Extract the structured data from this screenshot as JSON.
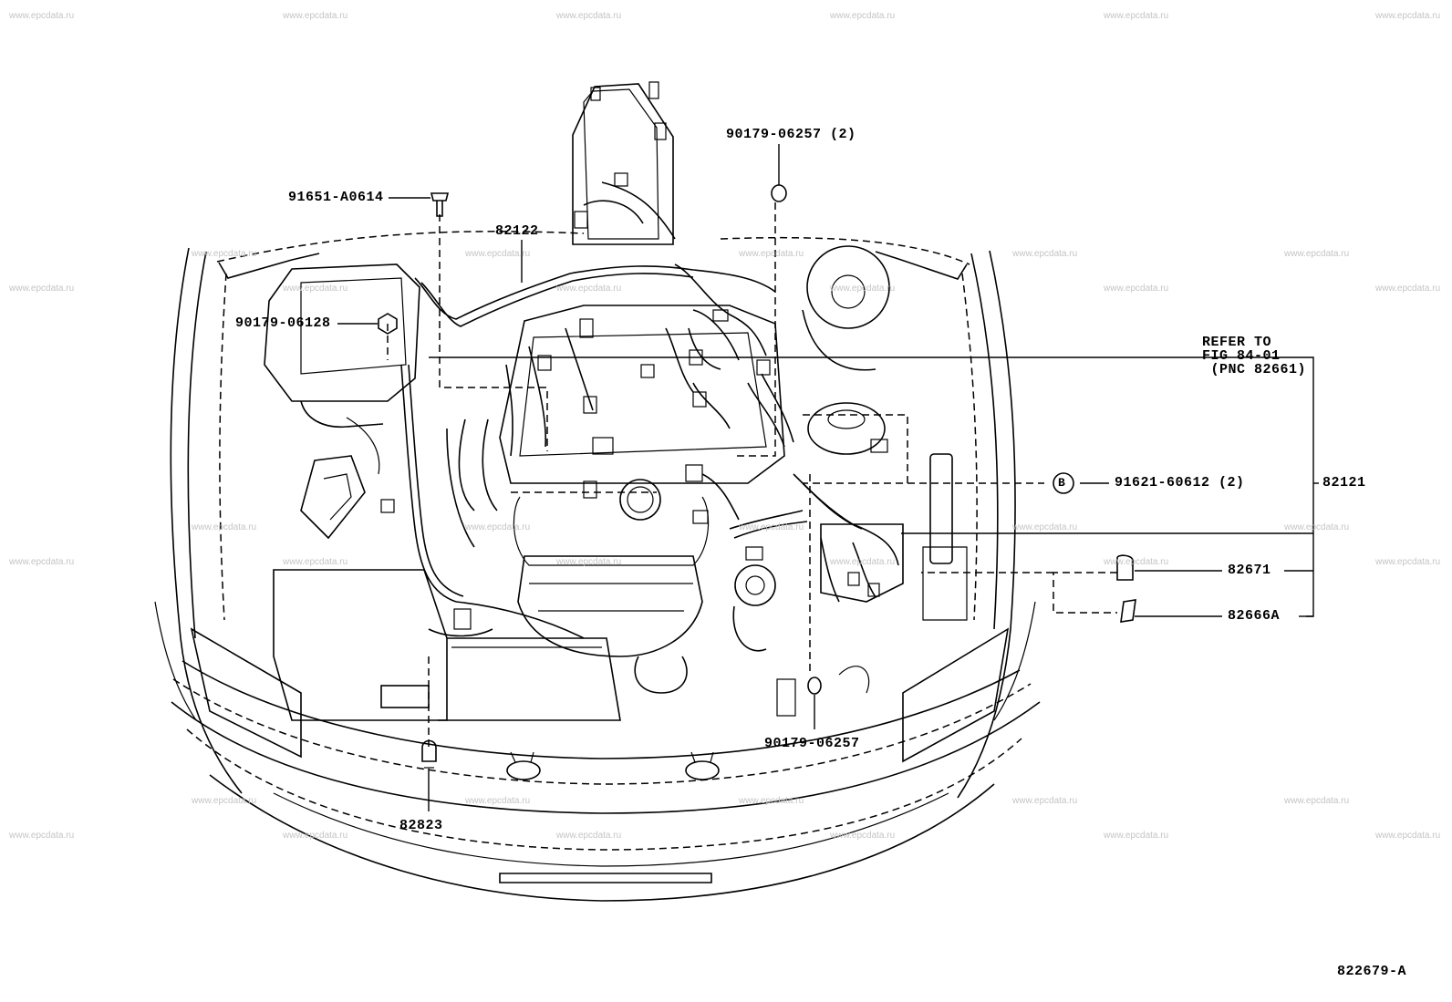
{
  "watermark": "www.epcdata.ru",
  "diagram_id": "822679-A",
  "callouts": {
    "p91651": "91651-A0614",
    "p90179a": "90179-06257 (2)",
    "p82122": "82122",
    "p90179b": "90179-06128",
    "refer": "REFER TO\nFIG 84-01\n (PNC 82661)",
    "marker_b": "B",
    "p91621": "91621-60612 (2)",
    "p82121": "82121",
    "p82671": "82671",
    "p82666a": "82666A",
    "p90179c": "90179-06257",
    "p82823": "82823"
  }
}
